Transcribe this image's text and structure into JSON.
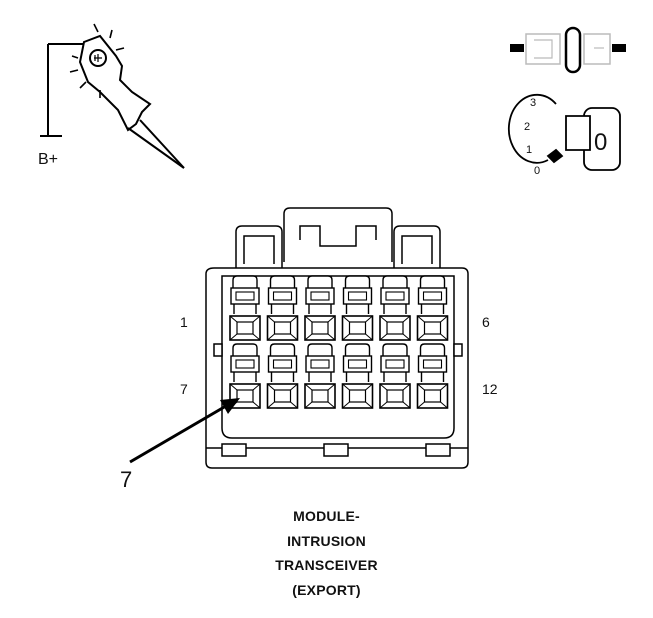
{
  "probe": {
    "label": "B+"
  },
  "ignition": {
    "positions": [
      "3",
      "2",
      "1",
      "0"
    ],
    "key_label": "0"
  },
  "connector": {
    "pin_labels": {
      "top_left": "1",
      "top_right": "6",
      "bottom_left": "7",
      "bottom_right": "12"
    },
    "callout": {
      "label": "7"
    },
    "rows": 2,
    "cols": 6
  },
  "caption": {
    "lines": [
      "MODULE-",
      "INTRUSION",
      "TRANSCEIVER",
      "(EXPORT)"
    ]
  }
}
